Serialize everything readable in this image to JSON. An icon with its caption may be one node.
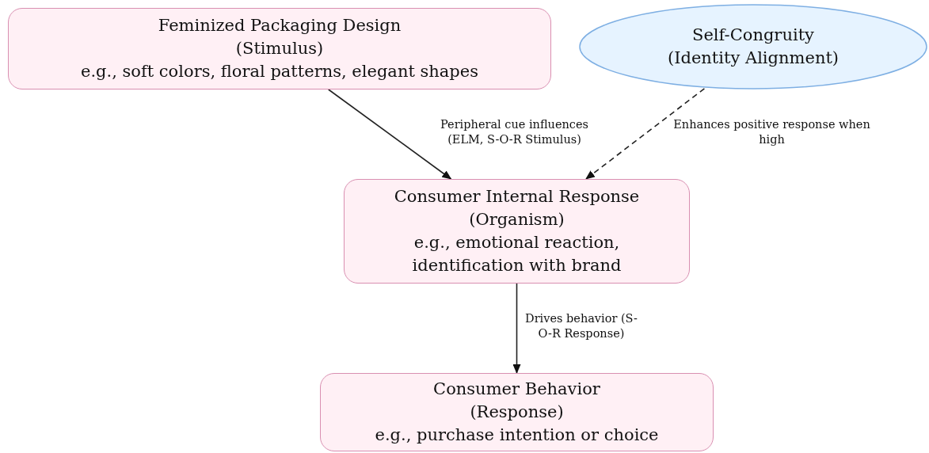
{
  "diagram": {
    "nodes": [
      {
        "text": [
          "Feminized Packaging Design",
          "(Stimulus)",
          "e.g., soft colors, floral patterns, elegant shapes"
        ]
      },
      {
        "text": [
          "Self-Congruity",
          "(Identity Alignment)"
        ]
      },
      {
        "text": [
          "Consumer Internal Response",
          "(Organism)",
          "e.g., emotional reaction, identification with brand"
        ]
      },
      {
        "text": [
          "Consumer Behavior",
          "(Response)",
          "e.g., purchase intention or choice"
        ]
      }
    ],
    "edges": [
      {
        "from": 0,
        "to": 2,
        "arrow": "to",
        "label": "Peripheral cue influences (ELM, S-O-R Stimulus)"
      },
      {
        "from": 1,
        "to": 2,
        "arrow": "to",
        "label": "Enhances positive response when high",
        "style": "dashed"
      },
      {
        "from": 2,
        "to": 3,
        "arrow": "to",
        "label": "Drives behavior (S-O-R Response)"
      }
    ]
  }
}
